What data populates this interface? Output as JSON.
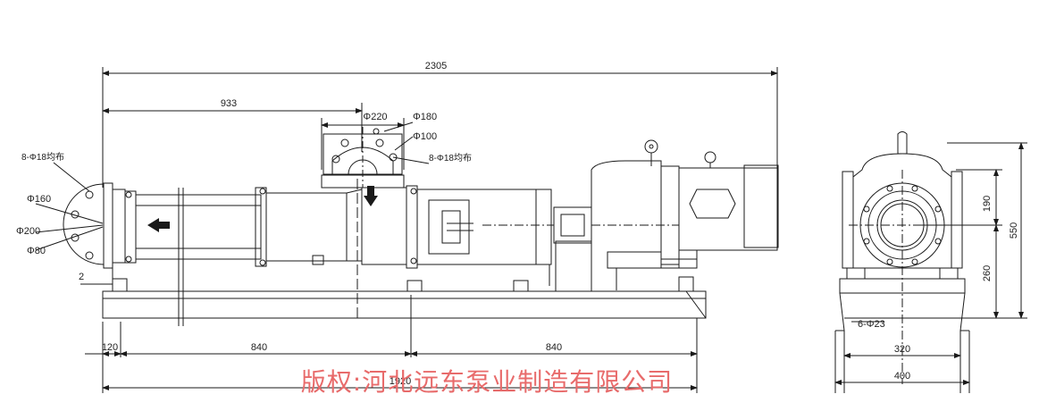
{
  "dimensions": {
    "overall_length": "2305",
    "inlet_offset": "933",
    "inlet_flange_d1": "Φ220",
    "inlet_flange_d2": "Φ180",
    "inlet_flange_d3": "Φ100",
    "inlet_bolts": "8-Φ18均布",
    "outlet_bolts": "8-Φ18均布",
    "outlet_d1": "Φ160",
    "outlet_d2": "Φ200",
    "outlet_d3": "Φ80",
    "outlet_gap": "2",
    "base_left_offset": "120",
    "base_span_1": "840",
    "base_span_2": "840",
    "base_total": "1920",
    "side_height_upper": "190",
    "side_height_total": "550",
    "side_height_lower": "260",
    "side_bolts": "6-Φ23",
    "side_base_inner": "320",
    "side_base_outer": "400"
  },
  "copyright": "版权:河北远东泵业制造有限公司",
  "colors": {
    "line": "#1a1a1a",
    "watermark": "#e86b6b"
  },
  "icons": {
    "flow_left": "arrow-left-icon",
    "flow_down": "arrow-down-icon"
  }
}
